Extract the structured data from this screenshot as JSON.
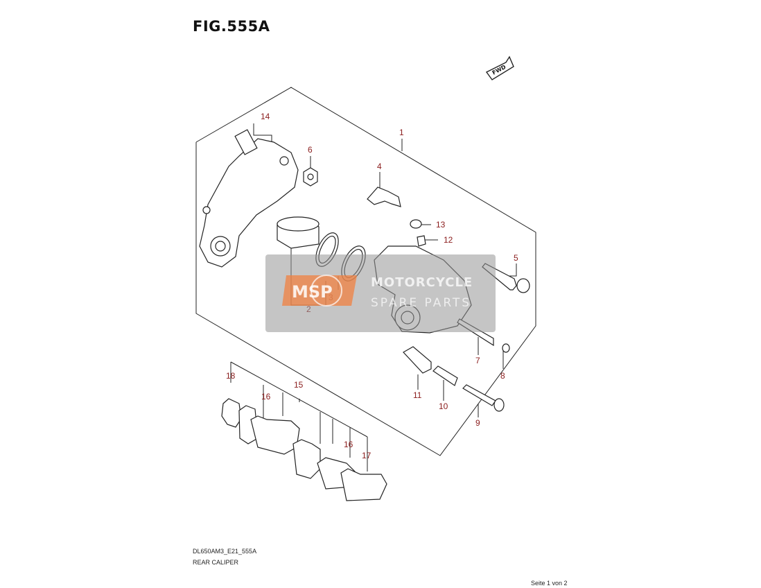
{
  "figure": {
    "title": "FIG.555A"
  },
  "fwd_label": "FWD",
  "callouts": {
    "c1": "1",
    "c2": "2",
    "c3": "3",
    "c4": "4",
    "c5": "5",
    "c6": "6",
    "c7": "7",
    "c8": "8",
    "c9": "9",
    "c10": "10",
    "c11": "11",
    "c12": "12",
    "c13": "13",
    "c14": "14",
    "c15": "15",
    "c16a": "16",
    "c16b": "16",
    "c17": "17",
    "c18": "18"
  },
  "footer": {
    "code": "DL650AM3_E21_555A",
    "caption": "REAR CALIPER",
    "page": "Seite 1 von 2"
  },
  "watermark": {
    "brand": "MSP",
    "line1": "MOTORCYCLE",
    "line2": "SPARE PARTS"
  },
  "colors": {
    "callout": "#8a1c1c",
    "line": "#222222",
    "watermark_bg": "#969696",
    "logo": "#f08040"
  }
}
